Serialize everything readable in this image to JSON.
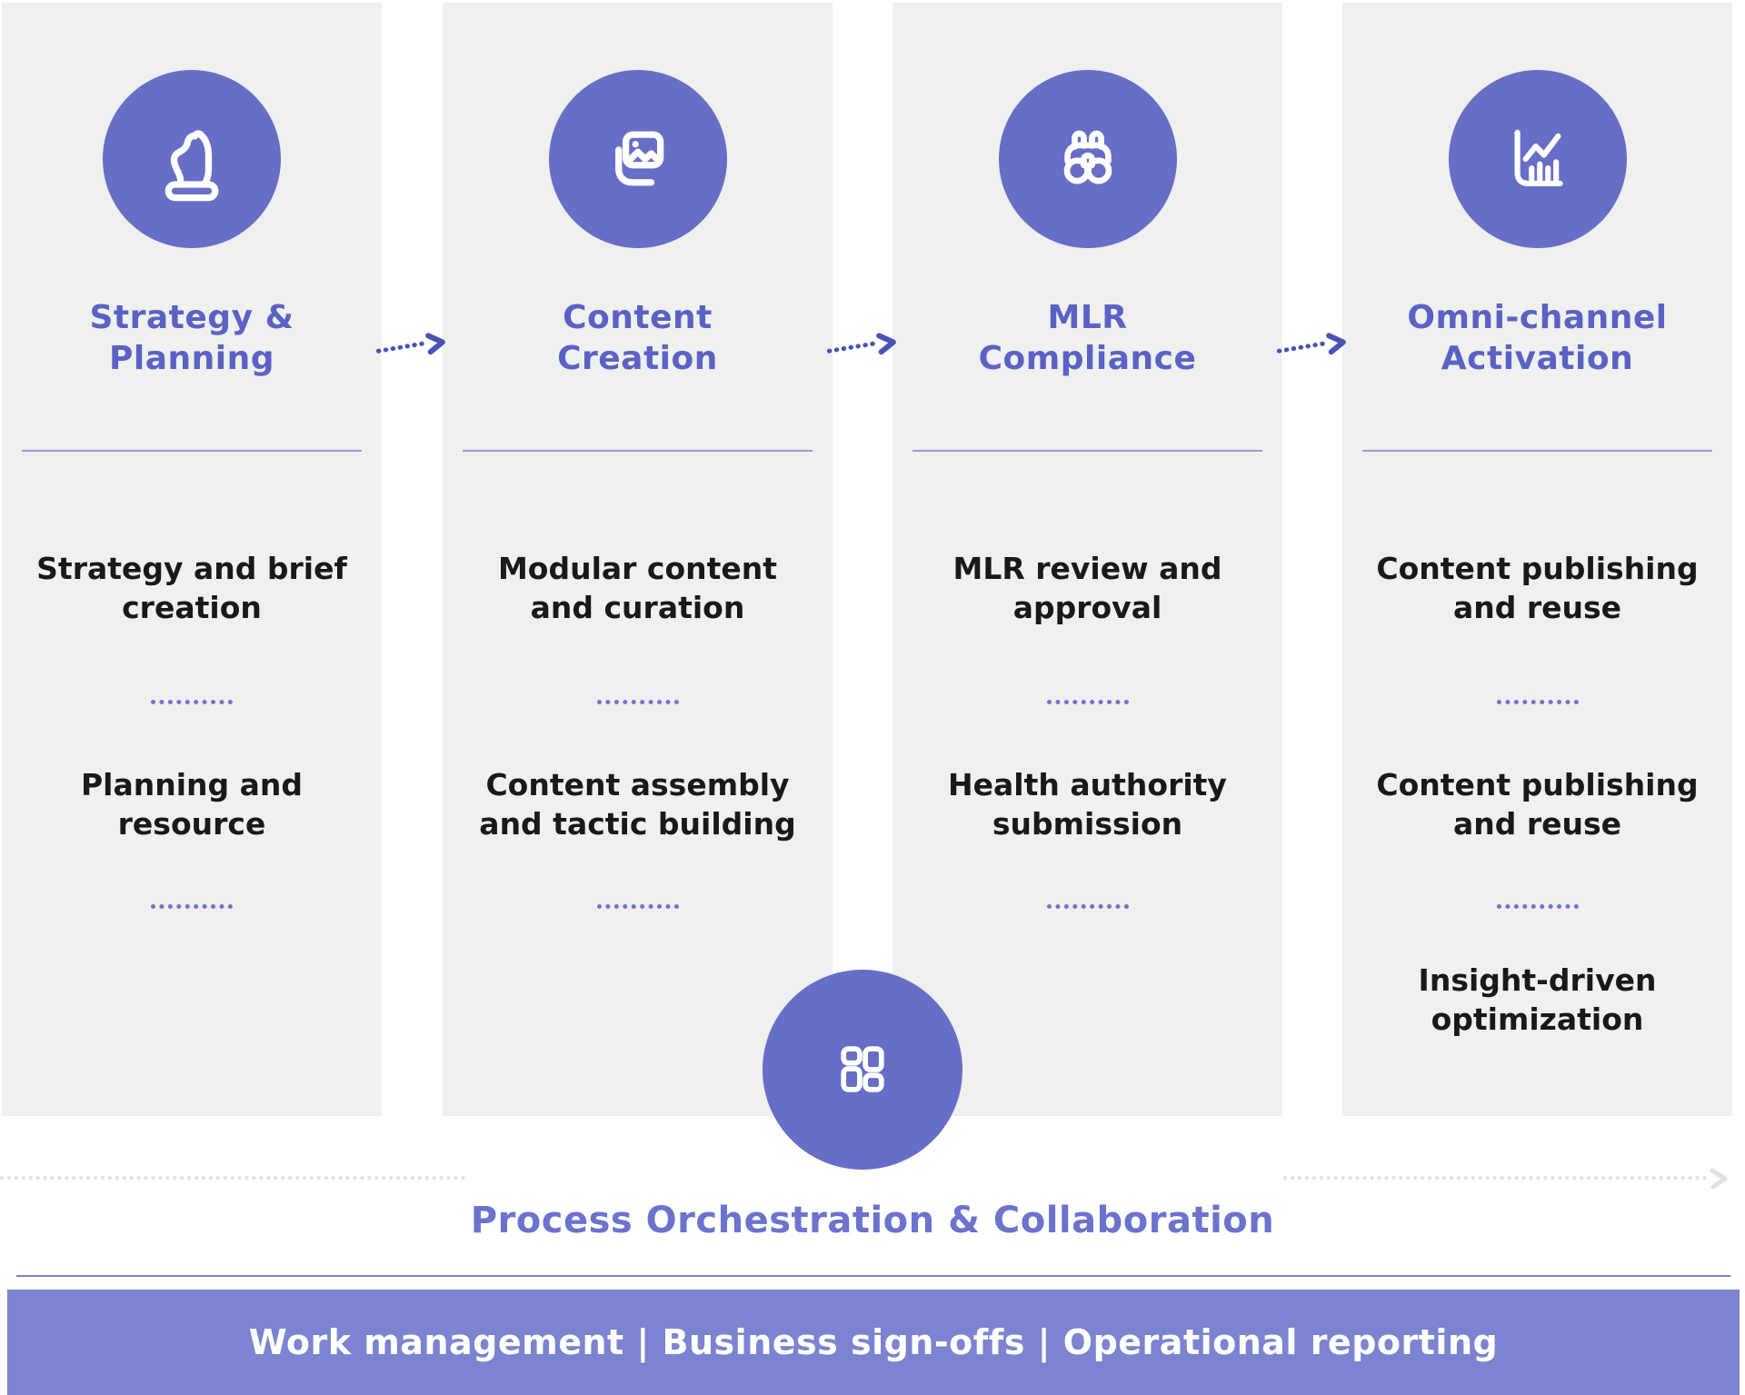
{
  "columns": [
    {
      "title": "Strategy &\nPlanning",
      "icon": "chess-knight-icon",
      "items": [
        "Strategy and brief\ncreation",
        "Planning and\nresource"
      ]
    },
    {
      "title": "Content\nCreation",
      "icon": "photos-icon",
      "items": [
        "Modular content\nand curation",
        "Content assembly\nand tactic building"
      ]
    },
    {
      "title": "MLR\nCompliance",
      "icon": "binoculars-icon",
      "items": [
        "MLR review and\napproval",
        "Health authority\nsubmission"
      ]
    },
    {
      "title": "Omni-channel\nActivation",
      "icon": "analytics-chart-icon",
      "items": [
        "Content publishing\nand reuse",
        "Content publishing\nand reuse",
        "Insight-driven\noptimization"
      ]
    }
  ],
  "orchestration": {
    "label": "Process Orchestration & Collaboration",
    "icon": "layout-grid-icon"
  },
  "banner": {
    "text": "Work management | Business sign-offs | Operational reporting"
  },
  "colors": {
    "card_bg": "#f0f0ee",
    "circle_purple": "#676ec7",
    "title_purple": "#5a62c5",
    "body_text": "#19191b",
    "dots_purple": "#6f76cf",
    "divider_purple": "#989ed9",
    "arrow_purple": "#4a52b3",
    "orch_purple": "#6b73ce",
    "banner_purple": "#7c83d0",
    "line_purple": "#7b81c7",
    "faint_dots": "#e0e0e0",
    "icon_stroke": "#ffffff"
  }
}
